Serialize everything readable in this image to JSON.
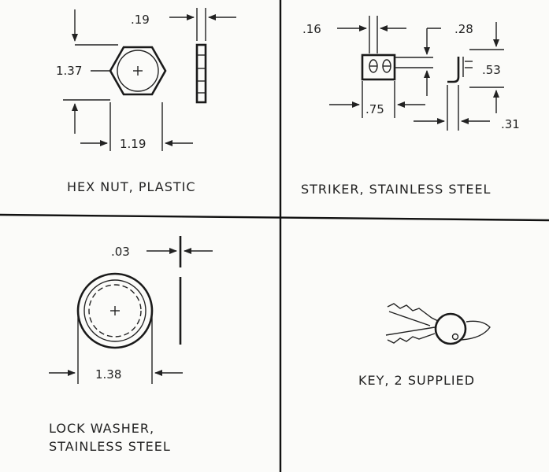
{
  "panels": {
    "hex_nut": {
      "caption": "HEX NUT, PLASTIC",
      "dim_thickness": ".19",
      "dim_height": "1.37",
      "dim_width": "1.19"
    },
    "striker": {
      "caption": "STRIKER, STAINLESS STEEL",
      "dim_a": ".16",
      "dim_b": ".28",
      "dim_c": ".53",
      "dim_d": ".75",
      "dim_e": ".31"
    },
    "lock_washer": {
      "caption_line1": "LOCK WASHER,",
      "caption_line2": "STAINLESS STEEL",
      "dim_thickness": ".03",
      "dim_diameter": "1.38"
    },
    "key": {
      "caption": "KEY, 2 SUPPLIED"
    }
  }
}
